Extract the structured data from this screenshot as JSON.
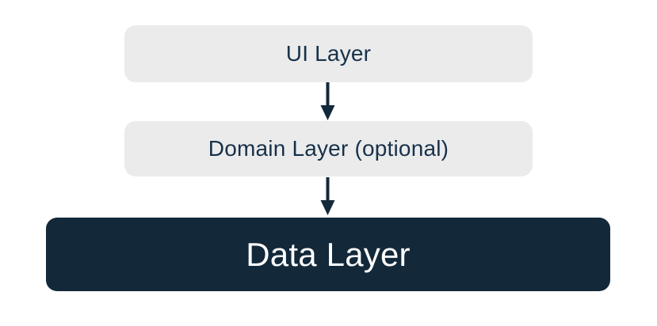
{
  "diagram": {
    "type": "layered-architecture",
    "nodes": [
      {
        "id": "ui-layer",
        "label": "UI Layer",
        "variant": "light"
      },
      {
        "id": "domain-layer",
        "label": "Domain Layer (optional)",
        "variant": "light"
      },
      {
        "id": "data-layer",
        "label": "Data Layer",
        "variant": "dark"
      }
    ],
    "edges": [
      {
        "from": "ui-layer",
        "to": "domain-layer",
        "style": "arrow-down"
      },
      {
        "from": "domain-layer",
        "to": "data-layer",
        "style": "arrow-down"
      }
    ],
    "colors": {
      "background": "#FFFFFF",
      "light_box_fill": "#EBEBEB",
      "dark_box_fill": "#13293A",
      "dark_text": "#17314A",
      "light_text": "#FFFFFF",
      "arrow": "#13293A"
    }
  }
}
